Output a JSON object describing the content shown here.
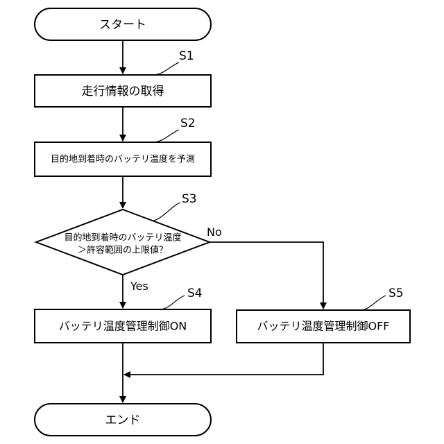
{
  "start": "スタート",
  "end": "エンド",
  "steps": {
    "s1": {
      "label": "S1",
      "text": "走行情報の取得"
    },
    "s2": {
      "label": "S2",
      "text": "目的地到着時のバッテリ温度を予測"
    },
    "s3": {
      "label": "S3",
      "line1": "目的地到着時のバッテリ温度",
      "line2": "＞許容範囲の上限値？"
    },
    "s4": {
      "label": "S4",
      "text": "バッテリ温度管理制御ON"
    },
    "s5": {
      "label": "S5",
      "text": "バッテリ温度管理制御OFF"
    }
  },
  "branches": {
    "yes": "Yes",
    "no": "No"
  }
}
